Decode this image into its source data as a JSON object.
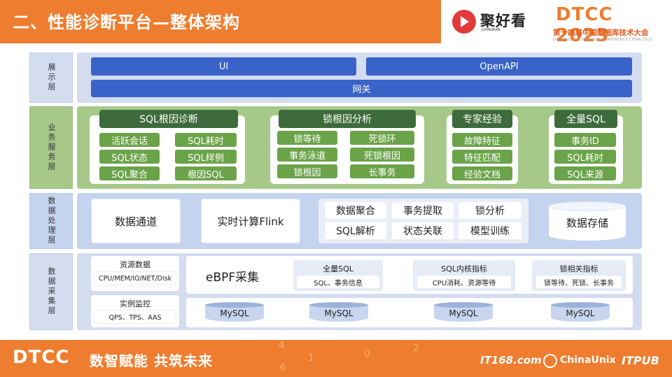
{
  "header": {
    "title": "二、性能诊断平台—整体架构",
    "logo_name": "聚好看",
    "logo_sub": "JUHAOKAN",
    "dtcc": "DTCC 2023",
    "conference": "第十四届中国数据库技术大会",
    "conference_en": "DATABASE TECHNOLOGY CONFERENCE CHINA 2023"
  },
  "layers": {
    "presentation": {
      "label": "展示层",
      "ui": "UI",
      "openapi": "OpenAPI",
      "gateway": "网关"
    },
    "business": {
      "label": "业务服务层",
      "groups": [
        {
          "title": "SQL根因诊断",
          "items": [
            "活跃会话",
            "SQL耗时",
            "SQL状态",
            "SQL样例",
            "SQL聚合",
            "根因SQL"
          ]
        },
        {
          "title": "锁根因分析",
          "items": [
            "锁等待",
            "死锁环",
            "事务泳道",
            "死锁根因",
            "锁根因",
            "长事务"
          ]
        },
        {
          "title": "专家经验",
          "items": [
            "故障特征",
            "特征匹配",
            "经验文档"
          ]
        },
        {
          "title": "全量SQL",
          "items": [
            "事务ID",
            "SQL耗时",
            "SQL来源"
          ]
        }
      ]
    },
    "processing": {
      "label": "数据处理层",
      "channel": "数据通道",
      "flink": "实时计算Flink",
      "grid": [
        "数据聚合",
        "事务提取",
        "锁分析",
        "SQL解析",
        "状态关联",
        "模型训练"
      ],
      "storage": "数据存储"
    },
    "collection": {
      "label": "数据采集层",
      "resource_title": "资源数据",
      "resource_detail": "CPU/MEM/IO/NET/Disk",
      "instance_title": "实例监控",
      "instance_detail": "QPS、TPS、AAS",
      "ebpf": "eBPF采集",
      "metrics": [
        {
          "title": "全量SQL",
          "detail": "SQL、事务信息"
        },
        {
          "title": "SQL内核指标",
          "detail": "CPU消耗、资源等待"
        },
        {
          "title": "锁相关指标",
          "detail": "锁等待、死锁、长事务"
        }
      ],
      "mysql": [
        "MySQL",
        "MySQL",
        "MySQL",
        "MySQL"
      ]
    }
  },
  "footer": {
    "dtcc": "DTCC",
    "slogan": "数智赋能  共筑未来",
    "partner1": "IT168.com",
    "partner2": "ChinaUnix",
    "partner3": "ITPUB",
    "digits": [
      "4",
      "1",
      "6",
      "0",
      "2"
    ]
  },
  "colors": {
    "brand_orange": "#ef7d2f",
    "blue_bar": "#3a63c9",
    "green_panel": "#a6c98a",
    "green_title": "#3e6b3b",
    "green_tag": "#6ba349",
    "proc_panel": "#c4d3ee"
  }
}
